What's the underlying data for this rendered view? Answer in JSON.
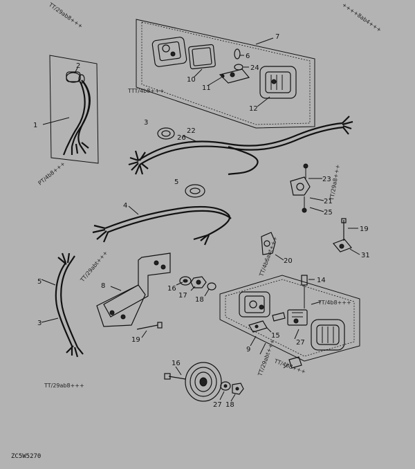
{
  "diagram": {
    "figure_id": "ZC5W5270",
    "callouts": {
      "c1": "1",
      "c2": "2",
      "c3": "3",
      "c4": "4",
      "c5": "5",
      "c6": "6",
      "c7": "7",
      "c8": "8",
      "c9": "9",
      "c10": "10",
      "c11": "11",
      "c12": "12",
      "c14": "14",
      "c15": "15",
      "c16": "16",
      "c17": "17",
      "c18": "18",
      "c19a": "19",
      "c19b": "19",
      "c20": "20",
      "c21": "21",
      "c22": "22",
      "c23": "23",
      "c24": "24",
      "c25": "25",
      "c26": "26",
      "c27a": "27",
      "c27b": "27",
      "c31": "31"
    },
    "vertical_refs": {
      "r_top_left": "TT/29ab8+++",
      "r_top_right": "++++8ab4+++",
      "r_left_harness": "PT/4b8+++",
      "r_bracket": "TT/29abt+++",
      "r_lamp": "TT/4b6abt+++",
      "r_right_box": "TT/45abt+++",
      "r_right_mid": "TT/29a8+++",
      "r_lower_right": "TT/29abt+++"
    },
    "horizontal_refs": {
      "h_upper_box": "TTT/4b8+++",
      "h_right_box": "TT/4b8+++",
      "h_lower_box": "TT/4b8+++",
      "h_bottom_left": "TT/29ab8+++"
    }
  }
}
